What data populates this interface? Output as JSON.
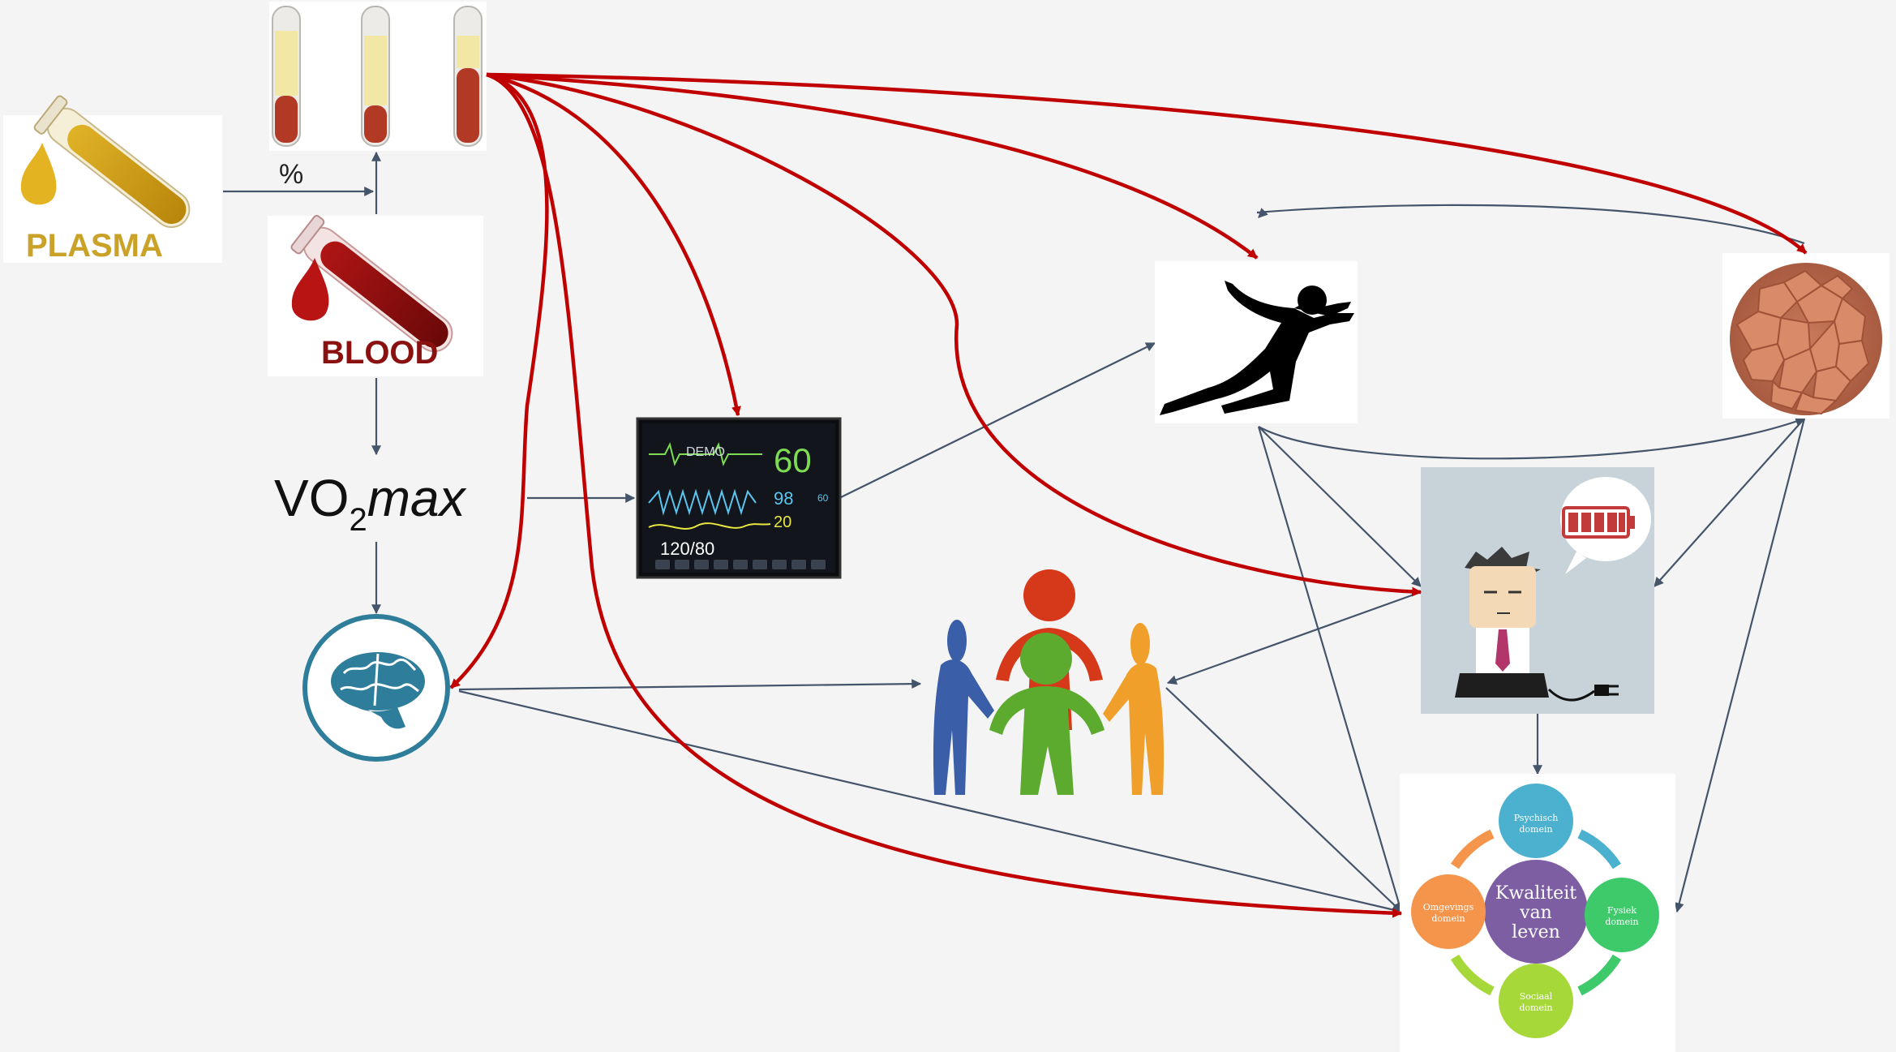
{
  "plasma": {
    "label": "PLASMA"
  },
  "blood": {
    "label": "BLOOD"
  },
  "percent_label": "%",
  "vo2max": {
    "prefix": "VO",
    "subscript": "2",
    "suffix": "max"
  },
  "monitor": {
    "demo_label": "DEMO",
    "heart_rate": "60",
    "spo2": "98",
    "spo2_small": "60",
    "resp_rate": "20",
    "blood_pressure": "120/80"
  },
  "quality_of_life": {
    "center": [
      "Kwaliteit",
      "van",
      "leven"
    ],
    "domains": {
      "psychisch": [
        "Psychisch",
        "domein"
      ],
      "fysiek": [
        "Fysiek",
        "domein"
      ],
      "sociaal": [
        "Sociaal",
        "domein"
      ],
      "omgevings": [
        "Omgevings",
        "domein"
      ]
    },
    "colors": {
      "center": "#7e5ea3",
      "psychisch": "#4bb1cf",
      "fysiek": "#3ec96b",
      "sociaal": "#a6d83a",
      "omgevings": "#f4954b"
    }
  },
  "battery_level": "full",
  "colors": {
    "red_arrow": "#c00000",
    "dark_arrow": "#44546a",
    "brain": "#2e7d9a"
  },
  "icons": [
    "plasma-tube-icon",
    "blood-tube-icon",
    "test-tubes-icon",
    "brain-icon",
    "vital-monitor-icon",
    "sprinter-icon",
    "muscle-cells-icon",
    "tired-worker-icon",
    "people-circle-icon",
    "quality-of-life-icon"
  ]
}
